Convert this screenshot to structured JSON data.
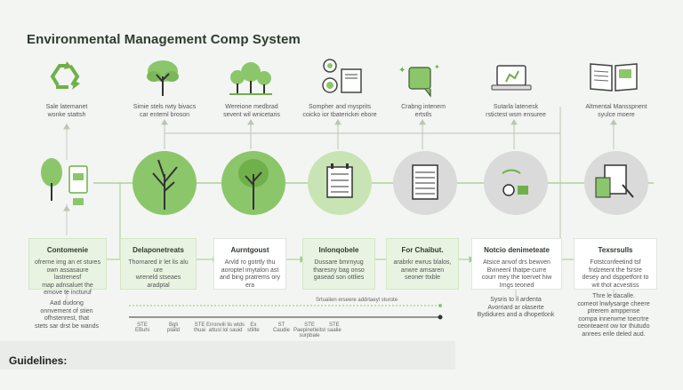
{
  "title": "Environmental Management Comp System",
  "stages": [
    {
      "id": "s1",
      "top_label": "Sale latemanet\nwonke stattsh",
      "box_title": "Contomenie",
      "box_body": "ofrerne img an et stures\nown assasaure lastrenesf\nmap adnsaluet the\nemove te incturuf",
      "box_style": "green",
      "bottom_note": "Aad dudong\nonnvement of stien\nofhstenrest, that\nstets sar drst be wands"
    },
    {
      "id": "s2",
      "top_label": "Simie stels rwty bivacs\ncar enteml broson",
      "box_title": "Delaponetreats",
      "box_body": "Thornared ir let lis alu ure\nwreneld stseaes aradptal",
      "box_style": "green",
      "bottom_note": ""
    },
    {
      "id": "s3",
      "top_label": "Wereione medbrad\nsevent wil wnicetaris",
      "box_title": "Aurntgoust",
      "box_body": "Arvld ro gotrtly thu\naoroptel imytalon ast\nand bing pratrems ory era",
      "box_style": "white",
      "bottom_note": ""
    },
    {
      "id": "s4",
      "top_label": "Sompher and mysprits\ncoicko ior tbaterickei ebore",
      "box_title": "Inlonqobele",
      "box_body": "Dussare bmrnyug\ntharesny bag onso\ngasead son ottlies",
      "box_style": "green",
      "bottom_note": ""
    },
    {
      "id": "s5",
      "top_label": "Crabng intenem\nertstls",
      "box_title": "For Chaibut.",
      "box_body": "arabrkr ewrus blalos,\nanwre amsaren\nseoner ttxble",
      "box_style": "green",
      "bottom_note": ""
    },
    {
      "id": "s6",
      "top_label": "Sutarla latenesk\nrstictest wsm ensuree",
      "box_title": "Notcio denimeteate",
      "box_body": "Atsice anvof drs bewven\nBvineenl thatpe-curre\ncourr mey the toervet hiw\nIrngs teoned",
      "box_style": "white",
      "bottom_note": "Sysris to il ardenta\nAvorriard ar olaserte\nBydidures and a dhopetlonk"
    },
    {
      "id": "s7",
      "top_label": "Altmental Mansspnent\nsyulce moere",
      "box_title": "Texsrsulls",
      "box_body": "Fotstconfeetind tsf\nfndzetent the fsrsre\ndesey and dsppetfont to\nwit thot acvestiss",
      "box_style": "white",
      "bottom_note": "Thre le dacalle.\ncomeot lnwlysarge cheere\nptrerem amppense\ncompa innerwme toecrtre\nceonteaent ow tor thutudo\nanrees erile deled aud."
    }
  ],
  "timeline": {
    "label": "Srtualien erseere addrtaeyl sturote",
    "ticks": [
      {
        "t": "STE\nEBuhi"
      },
      {
        "t": "Bgli\nplaild"
      },
      {
        "t": "STE\nthuai"
      },
      {
        "t": "Erronvili lis wtds\nattusl lol sauid"
      },
      {
        "t": "Ex\nstlilte"
      },
      {
        "t": "ST\nCaudie"
      },
      {
        "t": "STE\nPaepinetleitst\nsurpbale"
      },
      {
        "t": "STE\nsaalie"
      }
    ]
  },
  "guidelines": "Guidelines:",
  "colors": {
    "accent": "#8cc66a",
    "accent_dark": "#5a9a3c",
    "accent_light": "#c9e4b4",
    "gray_circle": "#dadada",
    "line": "#b9c7b3"
  }
}
